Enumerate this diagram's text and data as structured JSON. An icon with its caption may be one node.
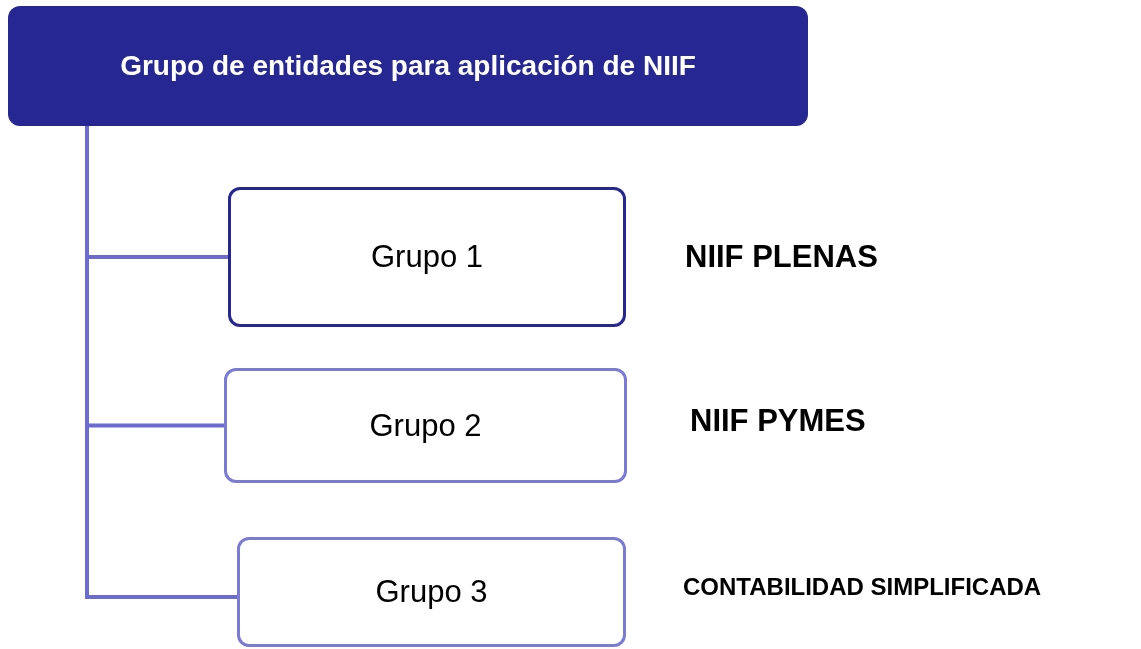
{
  "diagram": {
    "nodes": [
      {
        "text": [
          "Grupo de entidades para aplicación de NIIF"
        ]
      },
      {
        "text": [
          "Grupo 1"
        ],
        "beside": [
          "NIIF PLENAS"
        ]
      },
      {
        "text": [
          "Grupo 2"
        ],
        "beside": [
          "NIIF PYMES"
        ]
      },
      {
        "text": [
          "Grupo 3"
        ],
        "beside": [
          "CONTABILIDAD SIMPLIFICADA"
        ]
      }
    ],
    "edges": [
      {
        "from": 0,
        "to": 1,
        "arrow": "none"
      },
      {
        "from": 0,
        "to": 2,
        "arrow": "none"
      },
      {
        "from": 0,
        "to": 3,
        "arrow": "none"
      }
    ]
  }
}
